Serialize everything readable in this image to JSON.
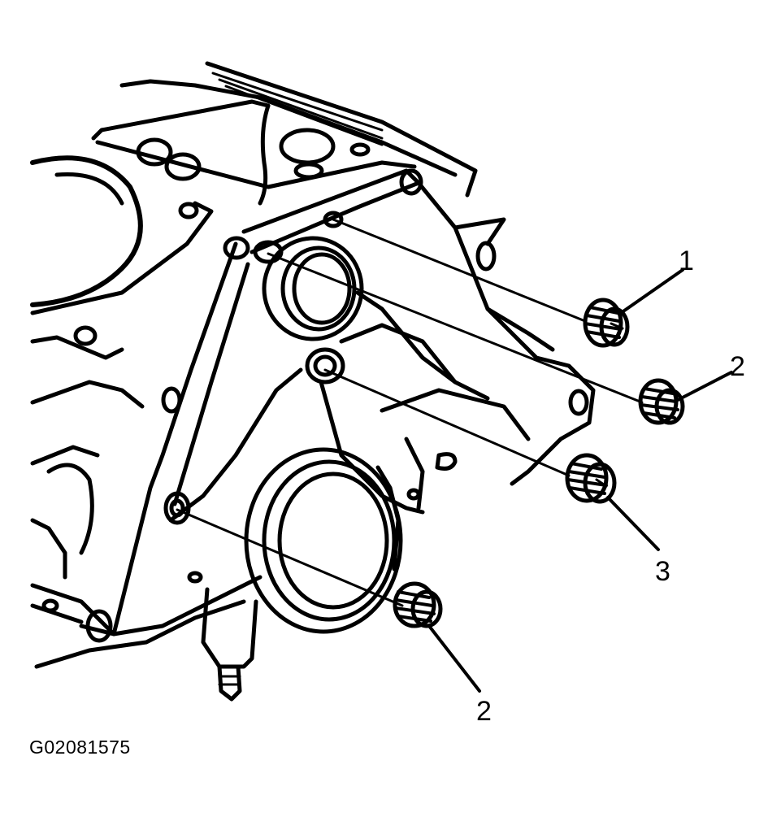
{
  "figure": {
    "id": "G02081575"
  },
  "callouts": [
    {
      "label": "1"
    },
    {
      "label": "2"
    },
    {
      "label": "3"
    },
    {
      "label": "2"
    }
  ],
  "colors": {
    "ink": "#000000",
    "background": "#ffffff"
  }
}
